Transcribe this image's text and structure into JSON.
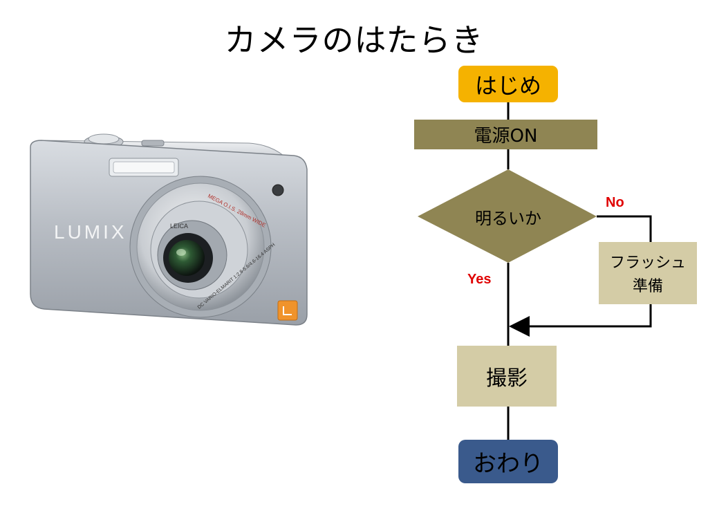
{
  "slide": {
    "title": "カメラのはたらき"
  },
  "camera": {
    "brand": "LUMIX",
    "lens_brand": "LEICA",
    "ring_text_top": "MEGA O.I.S. 28mm WIDE",
    "ring_text_bottom": "DC VARIO-ELMARIT 1:2.8-5.6/4.6-16.4 ASPH"
  },
  "flowchart": {
    "start": "はじめ",
    "power": "電源ON",
    "decision": "明るいか",
    "no_label": "No",
    "yes_label": "Yes",
    "flash_line1": "フラッシュ",
    "flash_line2": "準備",
    "shoot": "撮影",
    "end": "おわり",
    "colors": {
      "start": "#f5b200",
      "power": "#8f8553",
      "decision": "#8f8553",
      "process": "#d4cca6",
      "end": "#3a5a8c",
      "label": "#e00000"
    }
  }
}
